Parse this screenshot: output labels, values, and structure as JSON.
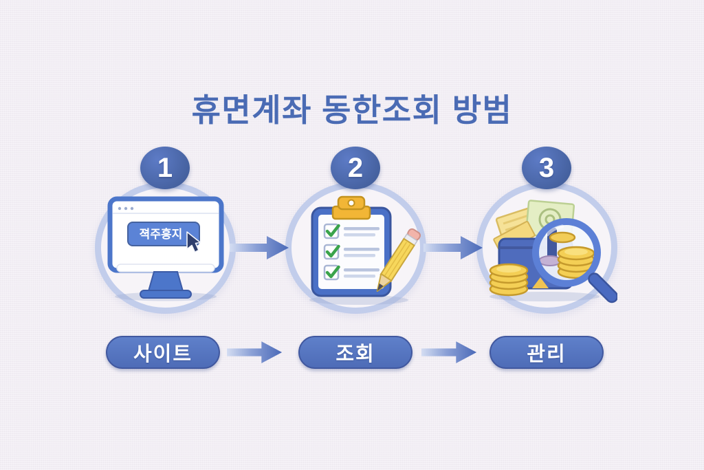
{
  "title": "휴면계좌 동한조회 방범",
  "steps": [
    {
      "number": "1",
      "label": "사이트",
      "icon": "monitor-icon",
      "monitor_button_label": "젹주흥지"
    },
    {
      "number": "2",
      "label": "조회",
      "icon": "checklist-icon"
    },
    {
      "number": "3",
      "label": "관리",
      "icon": "wallet-magnifier-icon"
    }
  ],
  "icons": [
    "monitor-icon",
    "cursor-icon",
    "checklist-icon",
    "pencil-icon",
    "wallet-icon",
    "banknote-icon",
    "coin-stack-icon",
    "magnifier-icon",
    "arrow-right-icon"
  ],
  "colors": {
    "background": "#f2eef4",
    "title_text": "#4a6bb4",
    "badge_fill": "#4a68b4",
    "ring": "#c2cdeb",
    "pill_fill": "#5878c4",
    "pill_text": "#ffffff",
    "arrow_light": "#d4ddf2",
    "arrow_dark": "#4b6ab8",
    "monitor_frame": "#4c76ca",
    "button_fill": "#5b83d6",
    "clipboard_frame": "#4a70c6",
    "clip_yellow": "#f2b636",
    "check_green": "#3aa34b",
    "pencil_yellow": "#f7d75c",
    "wallet_blue": "#4f6cbd",
    "coin_gold": "#f4cf55",
    "magnifier_rim": "#5c80d6"
  }
}
